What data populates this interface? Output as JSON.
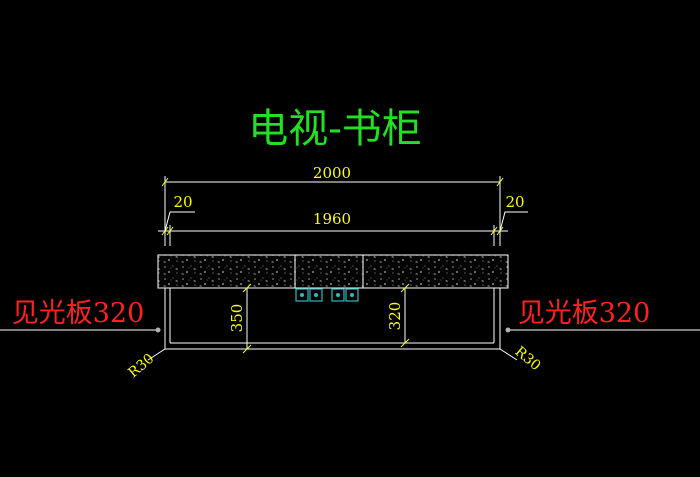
{
  "drawing": {
    "title": "电视-书柜",
    "colors": {
      "background": "#000000",
      "title": "#22e022",
      "dimension": "#ffff00",
      "annotation": "#ff2020",
      "outline": "#ffffff",
      "socket": "#2bbcbc"
    },
    "dimensions": {
      "overall_width": "2000",
      "left_offset": "20",
      "right_offset": "20",
      "inner_width": "1960",
      "left_height": "350",
      "right_height": "320",
      "left_radius": "R30",
      "right_radius": "R30"
    },
    "annotations": {
      "left_label": "见光板320",
      "right_label": "见光板320"
    },
    "sockets": {
      "count": 4,
      "icon": "power-outlet-icon"
    }
  }
}
